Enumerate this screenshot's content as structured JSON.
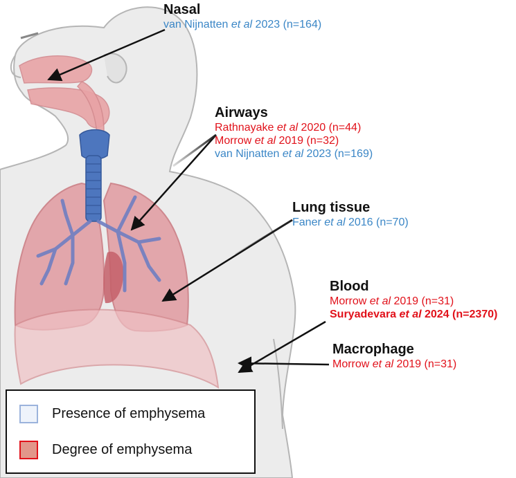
{
  "regions": {
    "nasal": {
      "heading": "Nasal",
      "refs": [
        {
          "pre": "van Nijnatten ",
          "etal": "et al",
          "post": " 2023 (n=164)",
          "color": "#3a86c6",
          "bold": false
        }
      ]
    },
    "airways": {
      "heading": "Airways",
      "refs": [
        {
          "pre": "Rathnayake ",
          "etal": "et al",
          "post": " 2020 (n=44)",
          "color": "#e1111a",
          "bold": false
        },
        {
          "pre": "Morrow ",
          "etal": "et al",
          "post": " 2019 (n=32)",
          "color": "#e1111a",
          "bold": false
        },
        {
          "pre": "van Nijnatten ",
          "etal": "et al",
          "post": " 2023 (n=169)",
          "color": "#3a86c6",
          "bold": false
        }
      ]
    },
    "lung": {
      "heading": "Lung tissue",
      "refs": [
        {
          "pre": "Faner ",
          "etal": "et al",
          "post": " 2016 (n=70)",
          "color": "#3a86c6",
          "bold": false
        }
      ]
    },
    "blood": {
      "heading": "Blood",
      "refs": [
        {
          "pre": "Morrow ",
          "etal": "et al",
          "post": " 2019 (n=31)",
          "color": "#e1111a",
          "bold": false
        },
        {
          "pre": "Suryadevara ",
          "etal": "et al",
          "post": " 2024 (n=2370)",
          "color": "#e1111a",
          "bold": true
        }
      ]
    },
    "macrophage": {
      "heading": "Macrophage",
      "refs": [
        {
          "pre": "Morrow ",
          "etal": "et al",
          "post": " 2019 (n=31)",
          "color": "#e1111a",
          "bold": false
        }
      ]
    }
  },
  "legend": {
    "presence": {
      "label": "Presence of emphysema",
      "fill": "#eef3fb",
      "border": "#9bb3dc"
    },
    "degree": {
      "label": "Degree of emphysema",
      "fill": "#e2968a",
      "border": "#e1111a"
    }
  }
}
